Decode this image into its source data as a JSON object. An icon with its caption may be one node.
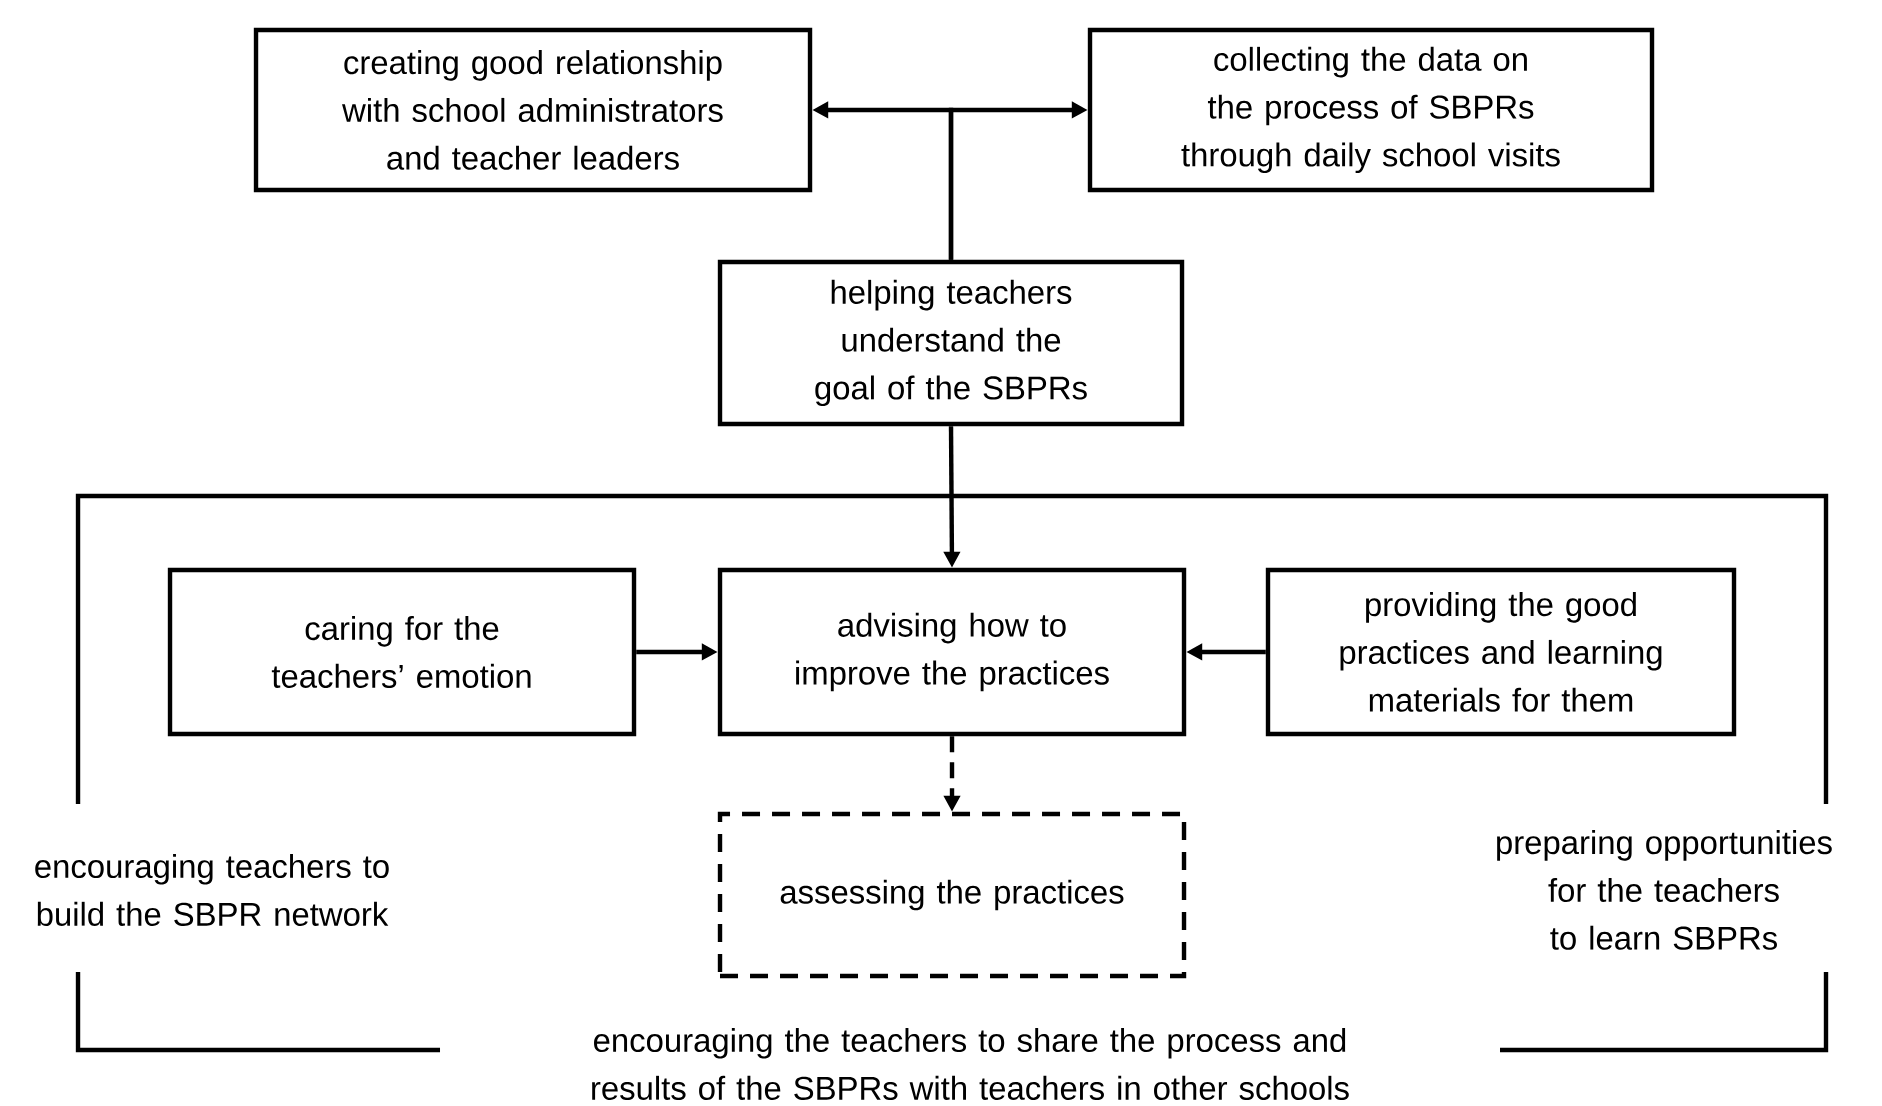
{
  "diagram": {
    "nodes": [
      {
        "text": [
          "creating good relationship with school administrators and teacher leaders"
        ]
      },
      {
        "text": [
          "collecting the data on the process of SBPRs through daily school visits"
        ]
      },
      {
        "text": [
          "helping teachers understand the goal of the SBPRs"
        ]
      },
      {
        "text": [
          "encouraging teachers to build the SBPR network",
          "preparing opportunities for the teachers to learn SBPRs",
          "encouraging the teachers to share the process and results of the SBPRs with teachers in other schools"
        ]
      },
      {
        "text": [
          "caring for the teachers’ emotion"
        ],
        "in": 3
      },
      {
        "text": [
          "advising how to improve the practices"
        ],
        "in": 3
      },
      {
        "text": [
          "providing the good practices and learning materials for them"
        ],
        "in": 3
      },
      {
        "text": [
          "assessing the practices"
        ],
        "in": 3
      }
    ],
    "edges": [
      {
        "from": 2,
        "to": 0,
        "arrow": "to"
      },
      {
        "from": 2,
        "to": 1,
        "arrow": "to"
      },
      {
        "from": 2,
        "to": 5,
        "arrow": "to"
      },
      {
        "from": 4,
        "to": 5,
        "arrow": "to"
      },
      {
        "from": 6,
        "to": 5,
        "arrow": "to"
      },
      {
        "from": 5,
        "to": 7,
        "arrow": "to",
        "style": "dashed"
      }
    ]
  }
}
